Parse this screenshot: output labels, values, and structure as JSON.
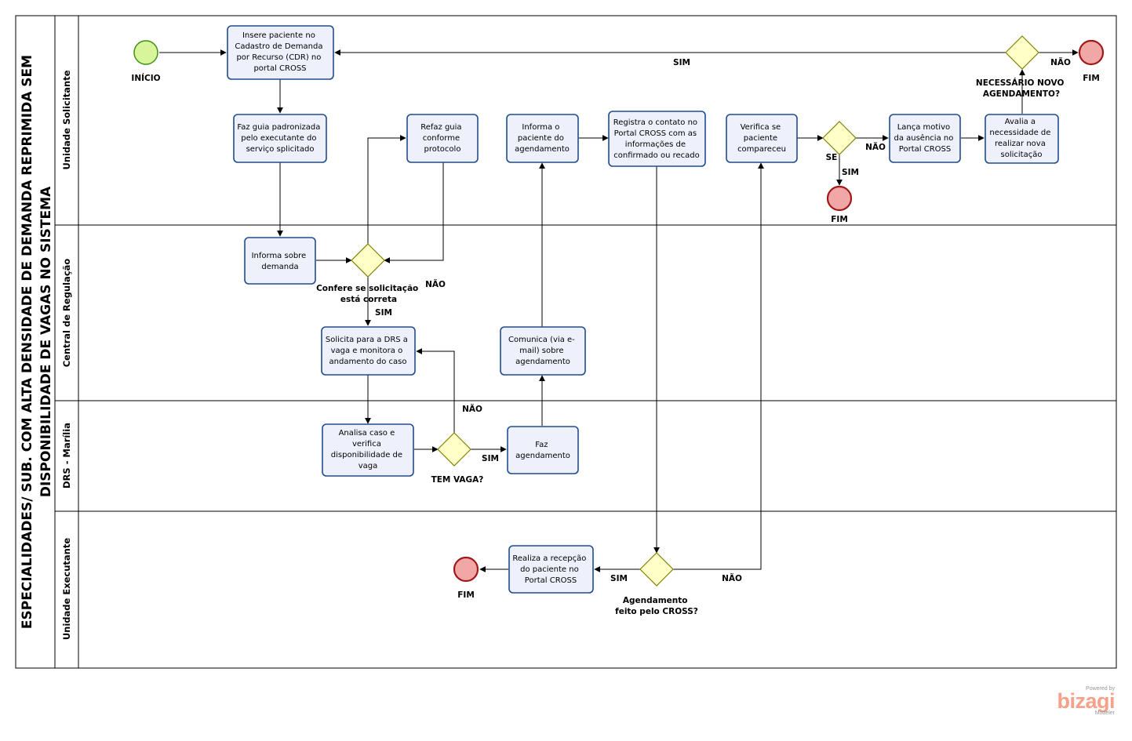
{
  "pool": {
    "title_line1": "ESPECIALIDADES/ SUB. COM ALTA DENSIDADE DE DEMANDA REPRIMIDA SEM",
    "title_line2": "DISPONIBILIDADE DE VAGAS NO SISTEMA"
  },
  "lanes": {
    "unidade_solicitante": "Unidade Solicitante",
    "central_regulacao": "Central de Regulação",
    "drs_marilia": "DRS - Marília",
    "unidade_executante": "Unidade Executante"
  },
  "events": {
    "start": "INÍCIO",
    "end_top_right": "FIM",
    "end_solicitante": "FIM",
    "end_executante": "FIM"
  },
  "tasks": {
    "insere_paciente": [
      "Insere paciente no",
      "Cadastro de Demanda",
      "por Recurso (CDR) no",
      "portal CROSS"
    ],
    "faz_guia": [
      "Faz guia padronizada",
      "pelo executante do",
      "serviço splicitado"
    ],
    "refaz_guia": [
      "Refaz guia",
      "conforme",
      "protocolo"
    ],
    "informa_paciente": [
      "Informa o",
      "paciente do",
      "agendamento"
    ],
    "registra_contato": [
      "Registra o contato no",
      "Portal CROSS com as",
      "informações de",
      "confirmado ou recado"
    ],
    "verifica_compareceu": [
      "Verifica se",
      "paciente",
      "compareceu"
    ],
    "lanca_motivo": [
      "Lança motivo",
      "da ausência no",
      "Portal CROSS"
    ],
    "avalia_necessidade": [
      "Avalia a",
      "necessidade de",
      "realizar nova",
      "solicitação"
    ],
    "informa_demanda": [
      "Informa sobre",
      "demanda"
    ],
    "solicita_drs": [
      "Solicita para a DRS a",
      "vaga e monitora o",
      "andamento do caso"
    ],
    "comunica_email": [
      "Comunica (via e-",
      "mail)  sobre",
      "agendamento"
    ],
    "analisa_caso": [
      "Analisa caso e",
      "verifica",
      "disponibilidade de",
      "vaga"
    ],
    "faz_agendamento": [
      "Faz",
      "agendamento"
    ],
    "realiza_recepcao": [
      "Realiza a recepção",
      "do paciente no",
      "Portal CROSS"
    ]
  },
  "gateways": {
    "confere": [
      "Confere se  solicitação",
      "está correta"
    ],
    "tem_vaga": "TEM VAGA?",
    "se_compareceu": "SE",
    "novo_agendamento": [
      "NECESSÁRIO NOVO",
      "AGENDAMENTO?"
    ],
    "feito_cross": [
      "Agendamento",
      "feito pelo CROSS?"
    ]
  },
  "flow_labels": {
    "sim_top": "SIM",
    "nao_top": "NÃO",
    "nao_se": "NÃO",
    "sim_se": "SIM",
    "nao_confere": "NÃO",
    "sim_confere": "SIM",
    "nao_vaga": "NÃO",
    "sim_vaga": "SIM",
    "sim_cross": "SIM",
    "nao_cross": "NÃO"
  },
  "watermark": {
    "powered": "Powered by",
    "brand": "bizagi",
    "product": "Modeler"
  },
  "colors": {
    "task_fill": "#eef1fc",
    "task_stroke": "#1f4c8f",
    "gateway_fill": "#ffffc8",
    "start_fill": "#d9f59a",
    "end_fill": "#f2a7a7",
    "end_stroke": "#a0181a"
  }
}
